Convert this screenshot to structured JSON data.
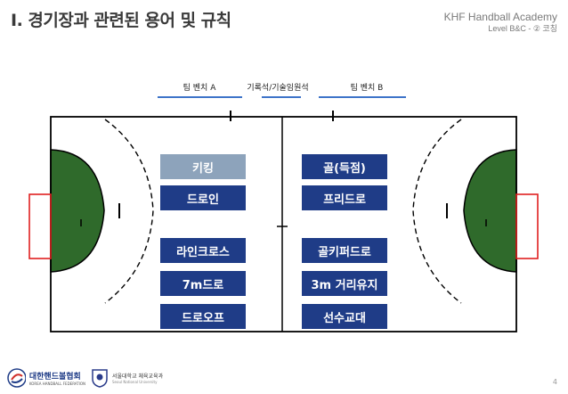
{
  "slide": {
    "title": "I. 경기장과 관련된 용어 및 규칙",
    "org_name": "KHF Handball Academy",
    "org_level": "Level B&C - ② 코칭",
    "page_number": "4"
  },
  "court": {
    "bench_a": "팀 벤치 A",
    "scorer_table": "기록석/기술임원석",
    "bench_b": "팀 벤치 B",
    "buttons": [
      {
        "label": "키킹"
      },
      {
        "label": "골(득점)"
      },
      {
        "label": "드로인"
      },
      {
        "label": "프리드로"
      },
      {
        "label": "라인크로스"
      },
      {
        "label": "골키퍼드로"
      },
      {
        "label": "7m드로"
      },
      {
        "label": "3m 거리유지"
      },
      {
        "label": "드로오프"
      },
      {
        "label": "선수교대"
      }
    ]
  },
  "footer": {
    "logo_ks_main": "대한핸드볼협회",
    "logo_ks_sub": "KOREA HANDBALL FEDERATION",
    "logo_snu_main": "서울대학교 체육교육과",
    "logo_snu_sub": "Seoul National University"
  },
  "colors": {
    "active_button": "#8da3bb",
    "button": "#1f3c87",
    "goal_area": "#2f6a2b",
    "goal": "#e02020",
    "bench_line": "#3e74c9"
  }
}
